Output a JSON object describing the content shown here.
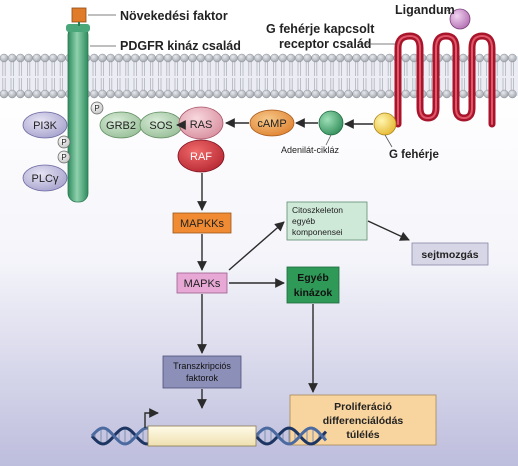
{
  "labels": {
    "growth_factor": "Növekedési faktor",
    "pdgfr": "PDGFR kináz család",
    "ligand": "Ligandum",
    "gpcr_line1": "G fehérje kapcsolt",
    "gpcr_line2": "receptor család",
    "adenylate_cyclase": "Adenilát-cikláz",
    "g_protein": "G fehérje"
  },
  "nodes": {
    "pi3k": "PI3K",
    "p": "P",
    "plc": "PLCγ",
    "grb2": "GRB2",
    "sos": "SOS",
    "ras": "RAS",
    "raf": "RAF",
    "camp": "cAMP",
    "mapkks": "MAPKKs",
    "mapks": "MAPKs",
    "cyto_line1": "Citoszkeleton",
    "cyto_line2": "egyéb",
    "cyto_line3": "komponensei",
    "cell_motility": "sejtmozgás",
    "other_line1": "Egyéb",
    "other_line2": "kinázok",
    "tf_line1": "Transzkripciós",
    "tf_line2": "faktorok",
    "out_line1": "Proliferáció",
    "out_line2": "differenciálódás",
    "out_line3": "túlélés"
  },
  "colors": {
    "membrane_head": "#b8bcc2",
    "membrane_band": "#e6e4f0",
    "cytoplasm_top": "#ffffff",
    "cytoplasm_bottom": "#bfbfdf",
    "receptor_green": "#5fae84",
    "gpcr_red": "#a8152a",
    "ligand_purple": "#c98bc7",
    "growth_factor": "#e07b2a",
    "ras_raf": "#c9303a",
    "ras_pink": "#e9a7b4",
    "node_lilac": "#b9b5d8",
    "mapkk_orange": "#f08a33",
    "mapk_pink": "#e7a8d6",
    "cyto_mint": "#cfe9d8",
    "other_green": "#2f9a57",
    "tf_slate": "#8c90b8",
    "out_peach": "#f8d49e",
    "dna_navy": "#1d3562",
    "arrow": "#2b2b2b"
  }
}
